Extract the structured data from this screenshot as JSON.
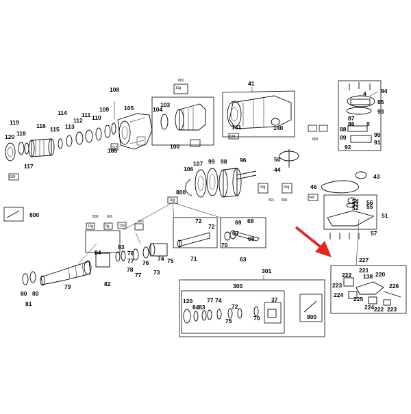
{
  "accent_color": "#e8251f",
  "labels": {
    "p108": "108",
    "p109": "109",
    "p110": "110",
    "p111": "111",
    "p112": "112",
    "p113": "113",
    "p114": "114",
    "p115": "115",
    "p116": "116",
    "p117": "117",
    "p118": "118",
    "p119": "119",
    "p120": "120",
    "p165": "165",
    "p105": "105",
    "p104": "104",
    "p103": "103",
    "p100": "100",
    "p800a": "800",
    "p41": "41",
    "p141": "141",
    "p140": "140",
    "p800b": "800",
    "p94": "94",
    "p4": "4",
    "p85": "85",
    "p93": "93",
    "p87": "87",
    "p86": "86",
    "p9": "9",
    "p88": "88",
    "p89": "89",
    "p90": "90",
    "p91": "91",
    "p92": "92",
    "p106": "106",
    "p107": "107",
    "p99": "99",
    "p98": "98",
    "p96": "96",
    "p50": "50",
    "p44": "44",
    "p43": "43",
    "p46": "46",
    "p54": "54",
    "p53": "53",
    "p56": "56",
    "p52": "52",
    "p55": "55",
    "p51": "51",
    "p57": "57",
    "p801a": "801",
    "p800c": "800",
    "p800side": "800",
    "p800d": "800",
    "p800e": "800",
    "p801b": "801",
    "p801c": "801",
    "p72a": "72",
    "p72b": "72",
    "p69": "69",
    "p68": "68",
    "p67": "67",
    "p70a": "70",
    "p66": "66",
    "p71": "71",
    "p63": "63",
    "p84a": "84",
    "p83a": "83",
    "p78a": "78",
    "p77a": "77",
    "p76": "76",
    "p74a": "74",
    "p75a": "75",
    "p78b": "78",
    "p77b": "77",
    "p73": "73",
    "p82": "82",
    "p79": "79",
    "p80a": "80",
    "p80b": "80",
    "p81": "81",
    "p301": "301",
    "p300": "300",
    "p120b": "120",
    "p84b": "84",
    "p83b": "83",
    "p77c": "77",
    "p74b": "74",
    "p72c": "72",
    "p75b": "75",
    "p37": "37",
    "p70b": "70",
    "p800f": "800",
    "p227": "227",
    "p222a": "222",
    "p221": "221",
    "p220": "220",
    "p223a": "223",
    "p138": "138",
    "p226": "226",
    "p224a": "224",
    "p225": "225",
    "p224b": "224",
    "p222b": "222",
    "p223b": "223",
    "m10g": "10g",
    "m9g": "9g",
    "m13g": "13g",
    "m20g": "20g",
    "m30g": "30g",
    "m537": "537",
    "m538": "538",
    "m539": "539",
    "m540": "540"
  }
}
